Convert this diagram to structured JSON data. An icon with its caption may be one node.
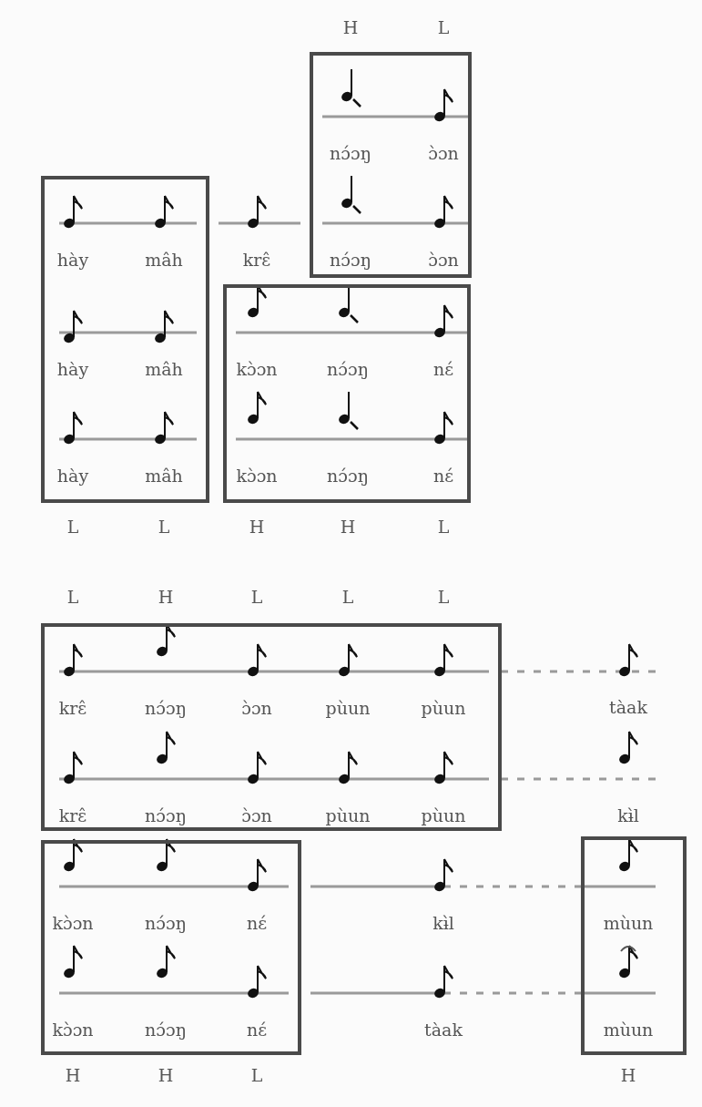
{
  "diagram": {
    "nodes": [
      {
        "text": [
          "nɔ́ɔŋ",
          "ɔ̀ɔn",
          "nɔ́ɔŋ",
          "ɔ̀ɔn"
        ]
      },
      {
        "text": [
          "hày",
          "mâh",
          "hày",
          "mâh",
          "hày",
          "mâh"
        ]
      },
      {
        "text": [
          "kɔ̀ɔn",
          "nɔ́ɔŋ",
          "nɛ́",
          "kɔ̀ɔn",
          "nɔ́ɔŋ",
          "nɛ́"
        ]
      },
      {
        "text": [
          "krɛ̂",
          "nɔ́ɔŋ",
          "ɔ̀ɔn",
          "pùun",
          "pùun",
          "krɛ̂",
          "nɔ́ɔŋ",
          "ɔ̀ɔn",
          "pùun",
          "pùun"
        ]
      },
      {
        "text": [
          "kɔ̀ɔn",
          "nɔ́ɔŋ",
          "nɛ́",
          "kɔ̀ɔn",
          "nɔ́ɔŋ",
          "nɛ́"
        ]
      },
      {
        "text": [
          "mùun",
          "mùun"
        ]
      }
    ],
    "edges": [],
    "labels": [
      "H",
      "L",
      "krɛ̂",
      "L",
      "L",
      "H",
      "H",
      "L",
      "L",
      "H",
      "L",
      "L",
      "L",
      "tàak",
      "kɨ̀l",
      "kɨ̀l",
      "tàak",
      "H",
      "H",
      "L",
      "H"
    ]
  }
}
